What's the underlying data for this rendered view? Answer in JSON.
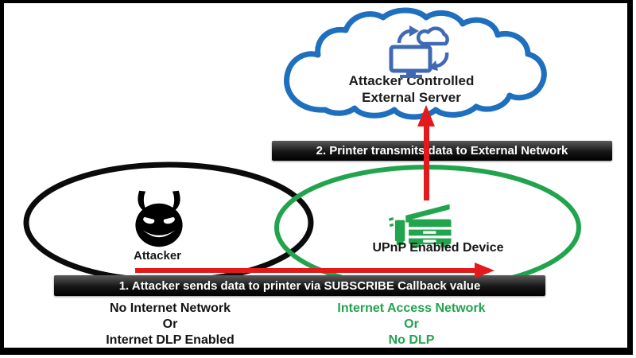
{
  "cloud": {
    "line1": "Attacker Controlled",
    "line2": "External Server"
  },
  "banners": {
    "step2": "2. Printer transmits data to External Network",
    "step1": "1. Attacker sends data to printer via SUBSCRIBE Callback value"
  },
  "attacker": {
    "label": "Attacker"
  },
  "device": {
    "label": "UPnP Enabled Device"
  },
  "left_note": {
    "lines": [
      "No Internet Network",
      "Or",
      "Internet DLP Enabled"
    ]
  },
  "right_note": {
    "lines": [
      "Internet Access Network",
      "Or",
      "No DLP"
    ]
  },
  "colors": {
    "cloud_outline_blue": "#1E6FBE",
    "server_icon_blue": "#3F69B5",
    "device_green": "#21A44D",
    "arrow_red": "#E21A1C",
    "banner_black": "#0d0d0d",
    "attacker_black": "#000000"
  },
  "icons": {
    "cloud": "cloud-outline-icon",
    "server": "monitor-cloud-sync-icon",
    "attacker": "devil-face-icon",
    "device": "multifunction-printer-icon"
  }
}
